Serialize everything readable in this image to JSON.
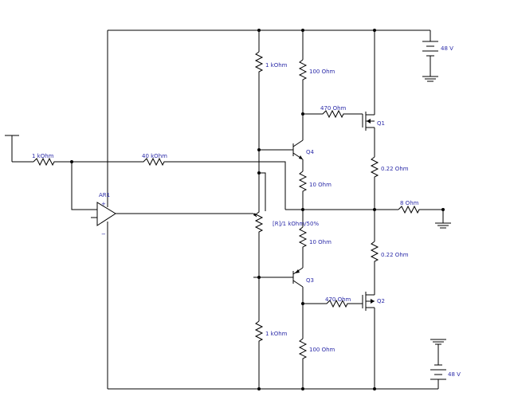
{
  "labels": {
    "r_in": "1 kOhm",
    "r_fb": "40 kOhm",
    "r_top_bias": "1 kOhm",
    "r_q1_drain": "100 Ohm",
    "r_q1_gate": "470 Ohm",
    "q1": "Q1",
    "q4": "Q4",
    "r_q4_emitter": "10 Ohm",
    "r_q1_source": "0.22 Ohm",
    "r_load": "8 Ohm",
    "opamp": "AR1",
    "opamp_plus": "+",
    "opamp_minus": "−",
    "pot": "[R]/1 kOhm/50%",
    "r_q3_emitter": "10 Ohm",
    "r_q2_source": "0.22 Ohm",
    "q3": "Q3",
    "r_q2_gate": "470 Ohm",
    "q2": "Q2",
    "r_bot_bias": "1 kOhm",
    "r_q2_drain": "100 Ohm",
    "v_top": "48 V",
    "v_bot": "48 V"
  },
  "colors": {
    "wire": "#000000",
    "label": "#2a2aa8"
  }
}
